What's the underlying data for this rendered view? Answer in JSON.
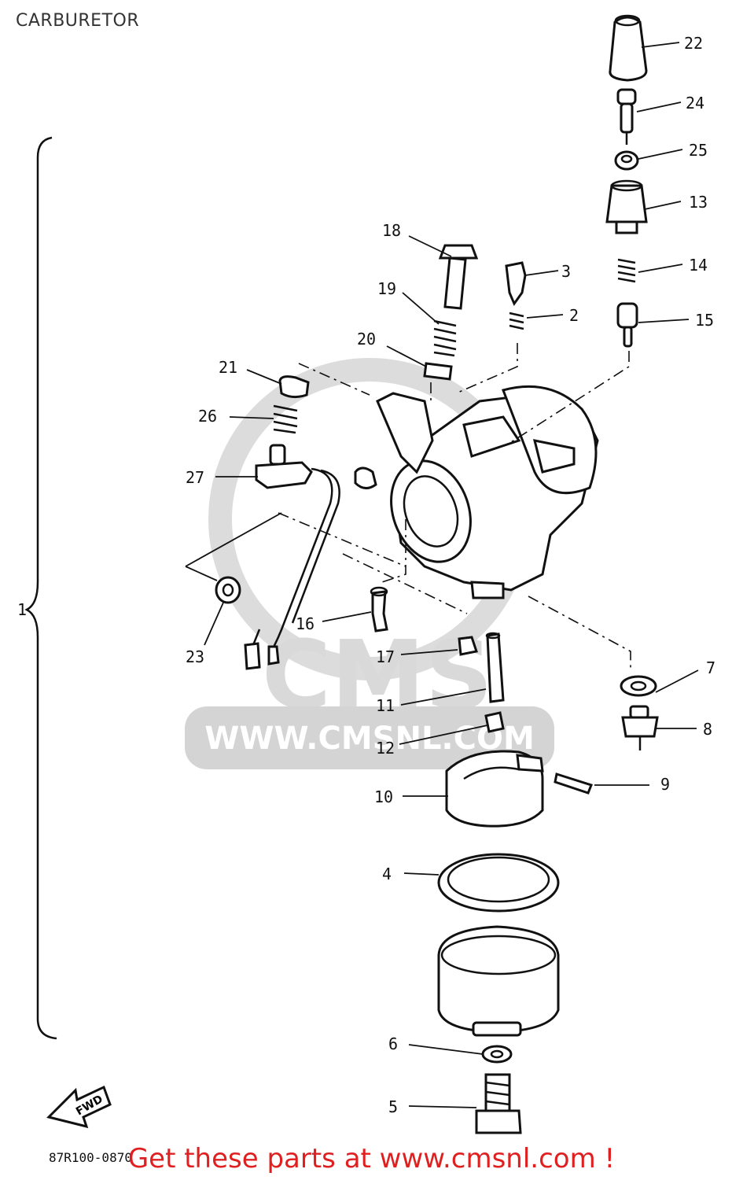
{
  "title": "CARBURETOR",
  "diagram_code": "87R100-0870",
  "promo_text": "Get these parts at www.cmsnl.com !",
  "watermark": {
    "brand": "CMS",
    "url": "WWW.CMSNL.COM"
  },
  "fwd_label": "FWD",
  "callouts": {
    "c1": "1",
    "c2": "2",
    "c3": "3",
    "c4": "4",
    "c5": "5",
    "c6": "6",
    "c7": "7",
    "c8": "8",
    "c9": "9",
    "c10": "10",
    "c11": "11",
    "c12": "12",
    "c13": "13",
    "c14": "14",
    "c15": "15",
    "c16": "16",
    "c17": "17",
    "c18": "18",
    "c19": "19",
    "c20": "20",
    "c21": "21",
    "c22": "22",
    "c23": "23",
    "c24": "24",
    "c25": "25",
    "c26": "26",
    "c27": "27"
  },
  "colors": {
    "line": "#111111",
    "promo": "#e02020",
    "watermark": "#d4d4d4"
  }
}
